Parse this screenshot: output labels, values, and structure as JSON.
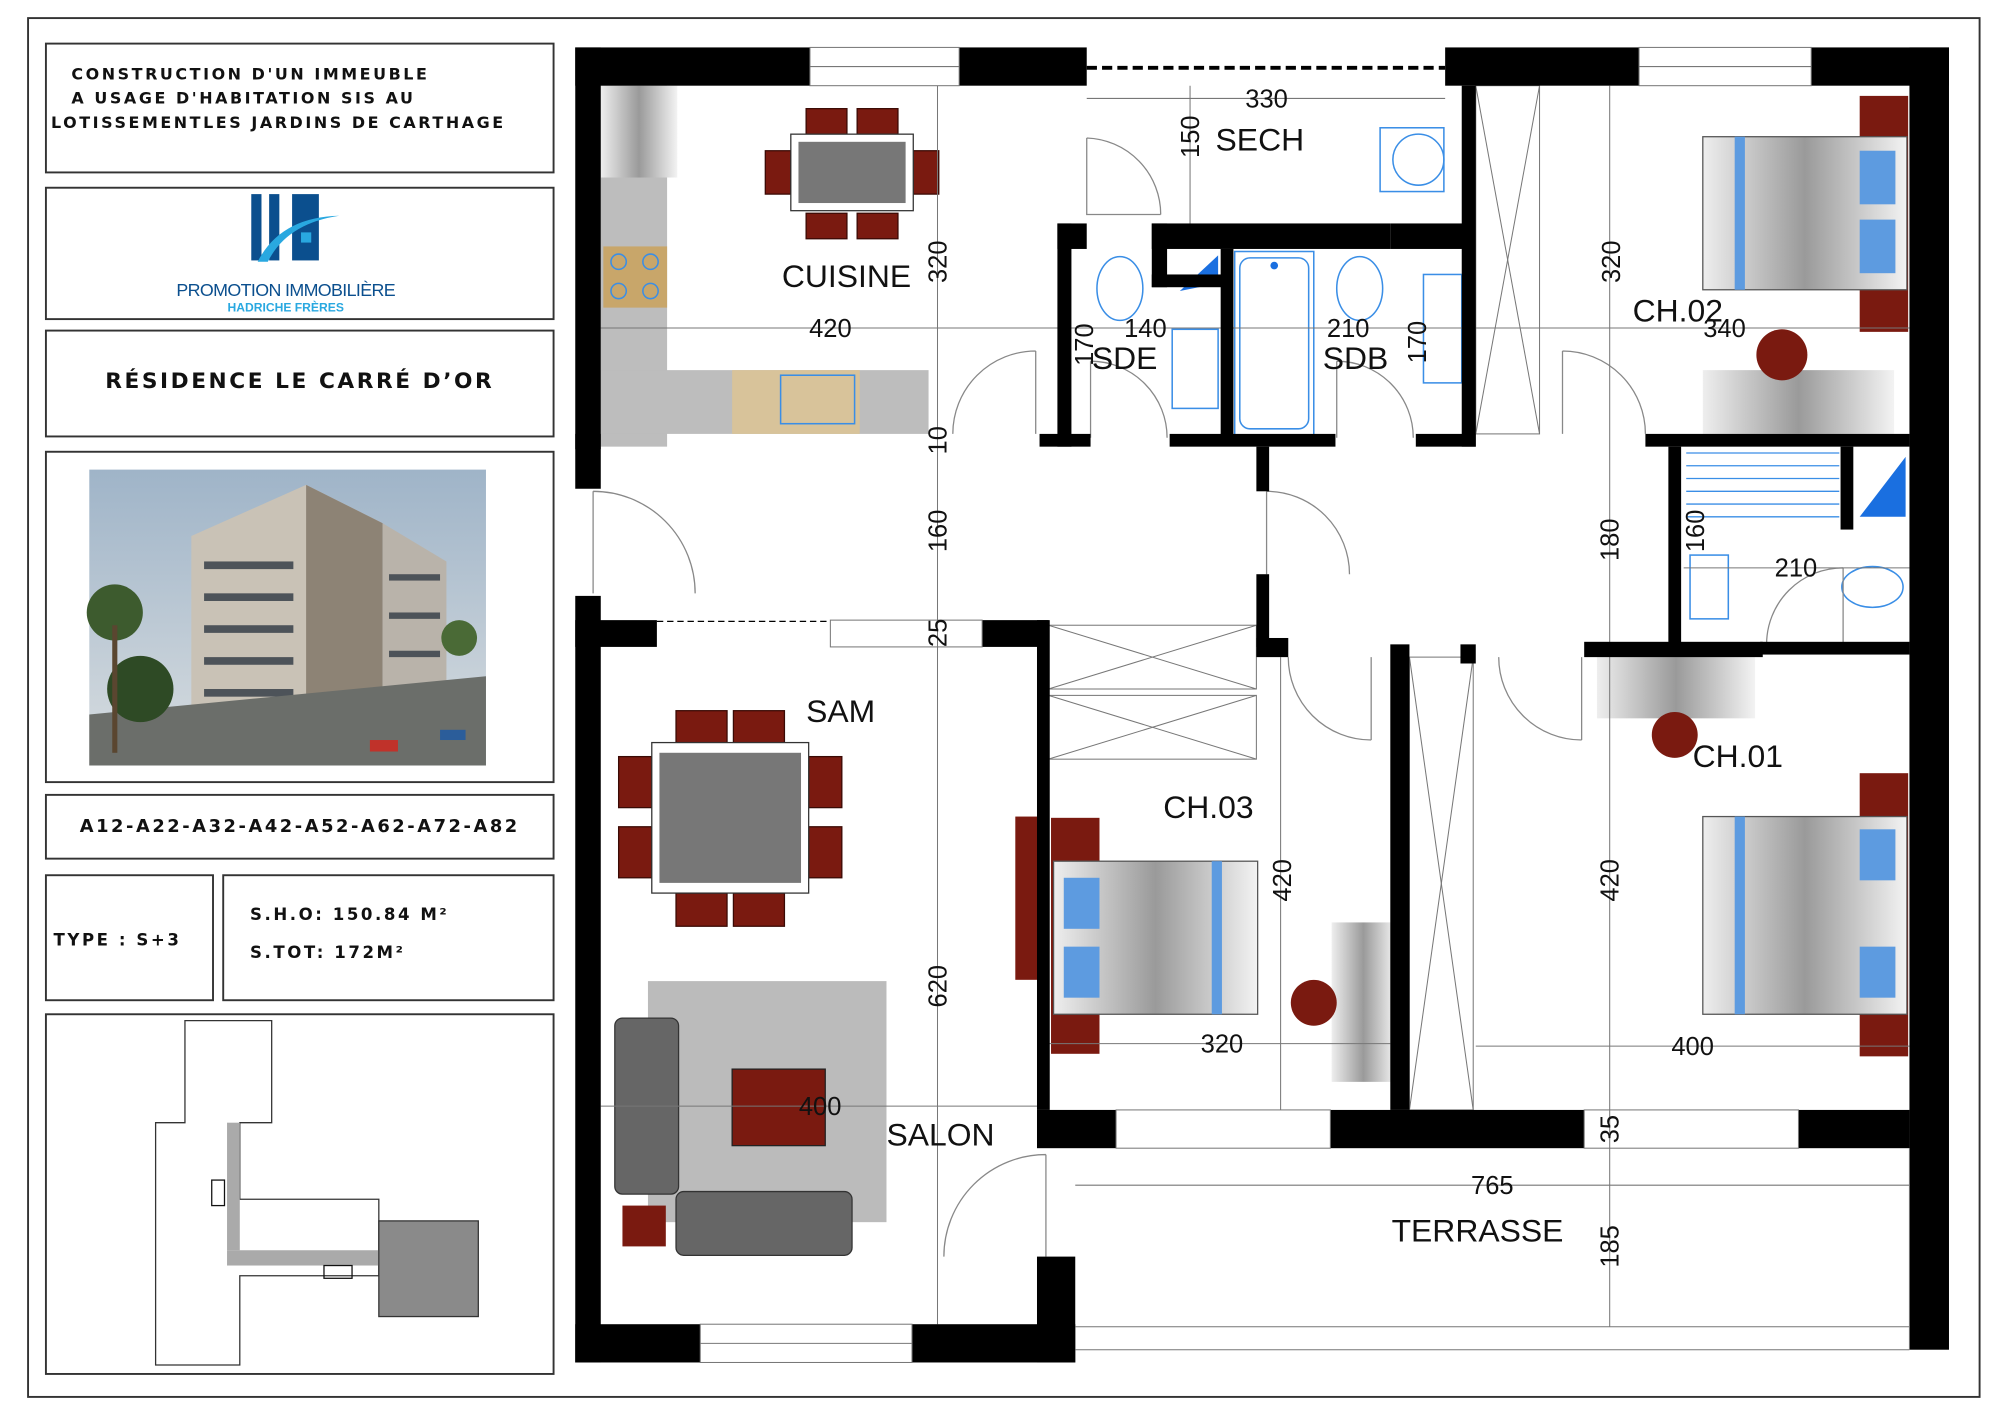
{
  "title_block": {
    "line1": "CONSTRUCTION D'UN IMMEUBLE",
    "line2": "A USAGE D'HABITATION SIS AU",
    "line3": "LOTISSEMENTLES JARDINS DE CARTHAGE"
  },
  "logo": {
    "company": "PROMOTION IMMOBILIÈRE",
    "subtitle": "HADRICHE FRÈRES",
    "colors": {
      "dark": "#0b4f8e",
      "light": "#29a8e0"
    }
  },
  "residence_name": "RÉSIDENCE LE CARRÉ D’OR",
  "apartment_codes": "A12-A22-A32-A42-A52-A62-A72-A82",
  "type": "TYPE : S+3",
  "areas": {
    "sho": "S.H.O: 150.84 M²",
    "stot": "S.TOT: 172M²"
  },
  "rooms": {
    "cuisine": "CUISINE",
    "sech": "SECH",
    "sde": "SDE",
    "sdb": "SDB",
    "ch02": "CH.02",
    "sam": "SAM",
    "ch03": "CH.03",
    "ch01": "CH.01",
    "salon": "SALON",
    "terrasse": "TERRASSE"
  },
  "dimensions": {
    "cuisine_h": "320",
    "cuisine_w": "420",
    "sech_w": "330",
    "sech_h": "150",
    "sde_h": "170",
    "sde_w": "140",
    "sdb_w": "210",
    "sdb_h": "170",
    "ch02_h": "320",
    "ch02_w": "340",
    "wall_10": "10",
    "hall_h": "160",
    "hall2_h": "180",
    "wc_h": "160",
    "wc_w": "210",
    "wall_25": "25",
    "ch03_h": "420",
    "ch01_h": "420",
    "sam_h": "620",
    "ch03_w": "320",
    "ch01_w": "400",
    "salon_w": "400",
    "wall_35": "35",
    "terrasse_w": "765",
    "terrasse_h": "185"
  }
}
